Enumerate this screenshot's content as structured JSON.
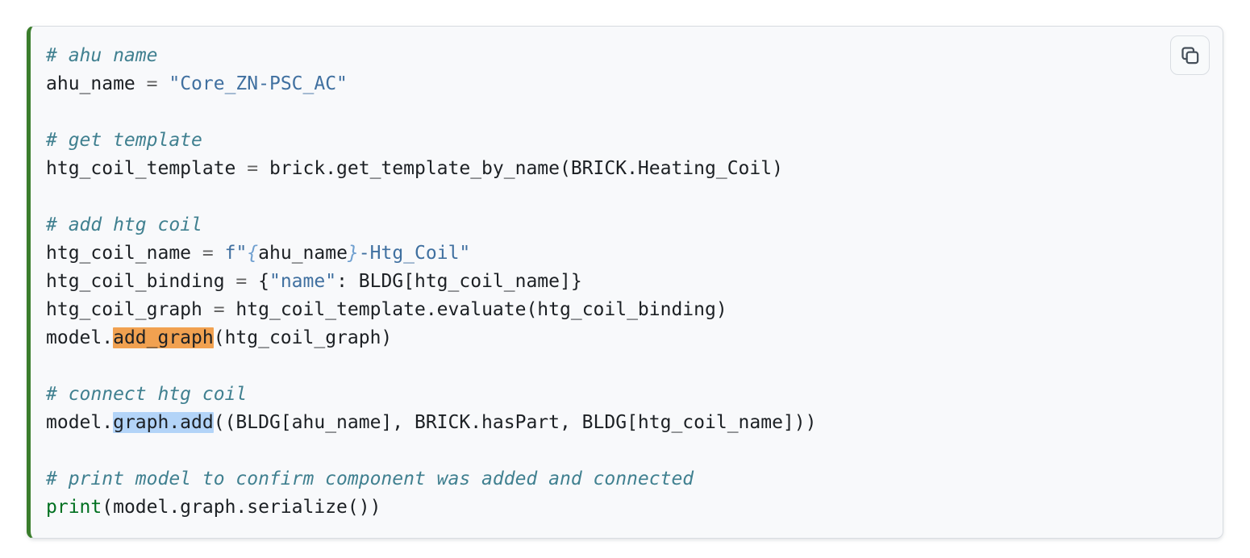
{
  "code_block": {
    "language": "python",
    "copy_button": {
      "tooltip": "Copy to clipboard",
      "icon": "copy-icon"
    },
    "colors": {
      "accent_green_border": "#3a7d2c",
      "background": "#f8f9fb",
      "border": "#d8dce1",
      "comment": "#408090",
      "string": "#4070a0",
      "string_interpol": "#70a0d0",
      "builtin": "#007020",
      "operator": "#666666",
      "text": "#1c2024",
      "highlight_active_match": "#f1a150",
      "highlight_other_match": "#b3d4f8"
    },
    "lines": [
      {
        "tokens": [
          {
            "t": "comment",
            "v": "# ahu name"
          }
        ]
      },
      {
        "tokens": [
          {
            "t": "plain",
            "v": "ahu_name "
          },
          {
            "t": "operator",
            "v": "="
          },
          {
            "t": "plain",
            "v": " "
          },
          {
            "t": "string",
            "v": "\"Core_ZN-PSC_AC\""
          }
        ]
      },
      {
        "tokens": []
      },
      {
        "tokens": [
          {
            "t": "comment",
            "v": "# get template"
          }
        ]
      },
      {
        "tokens": [
          {
            "t": "plain",
            "v": "htg_coil_template "
          },
          {
            "t": "operator",
            "v": "="
          },
          {
            "t": "plain",
            "v": " brick.get_template_by_name(BRICK.Heating_Coil)"
          }
        ]
      },
      {
        "tokens": []
      },
      {
        "tokens": [
          {
            "t": "comment",
            "v": "# add htg coil"
          }
        ]
      },
      {
        "tokens": [
          {
            "t": "plain",
            "v": "htg_coil_name "
          },
          {
            "t": "operator",
            "v": "="
          },
          {
            "t": "plain",
            "v": " "
          },
          {
            "t": "string",
            "v": "f\""
          },
          {
            "t": "interpol",
            "v": "{"
          },
          {
            "t": "plain",
            "v": "ahu_name"
          },
          {
            "t": "interpol",
            "v": "}"
          },
          {
            "t": "string",
            "v": "-Htg_Coil\""
          }
        ]
      },
      {
        "tokens": [
          {
            "t": "plain",
            "v": "htg_coil_binding "
          },
          {
            "t": "operator",
            "v": "="
          },
          {
            "t": "plain",
            "v": " {"
          },
          {
            "t": "string",
            "v": "\"name\""
          },
          {
            "t": "plain",
            "v": ": BLDG[htg_coil_name]}"
          }
        ]
      },
      {
        "tokens": [
          {
            "t": "plain",
            "v": "htg_coil_graph "
          },
          {
            "t": "operator",
            "v": "="
          },
          {
            "t": "plain",
            "v": " htg_coil_template.evaluate(htg_coil_binding)"
          }
        ]
      },
      {
        "tokens": [
          {
            "t": "plain",
            "v": "model."
          },
          {
            "t": "plain",
            "v": "add_graph",
            "hl": "orange"
          },
          {
            "t": "plain",
            "v": "(htg_coil_graph)"
          }
        ]
      },
      {
        "tokens": []
      },
      {
        "tokens": [
          {
            "t": "comment",
            "v": "# connect htg coil"
          }
        ]
      },
      {
        "tokens": [
          {
            "t": "plain",
            "v": "model."
          },
          {
            "t": "plain",
            "v": "graph.add",
            "hl": "blue"
          },
          {
            "t": "plain",
            "v": "((BLDG[ahu_name], BRICK.hasPart, BLDG[htg_coil_name]))"
          }
        ]
      },
      {
        "tokens": []
      },
      {
        "tokens": [
          {
            "t": "comment",
            "v": "# print model to confirm component was added and connected"
          }
        ]
      },
      {
        "tokens": [
          {
            "t": "builtin",
            "v": "print"
          },
          {
            "t": "plain",
            "v": "(model.graph.serialize())"
          }
        ]
      }
    ]
  }
}
